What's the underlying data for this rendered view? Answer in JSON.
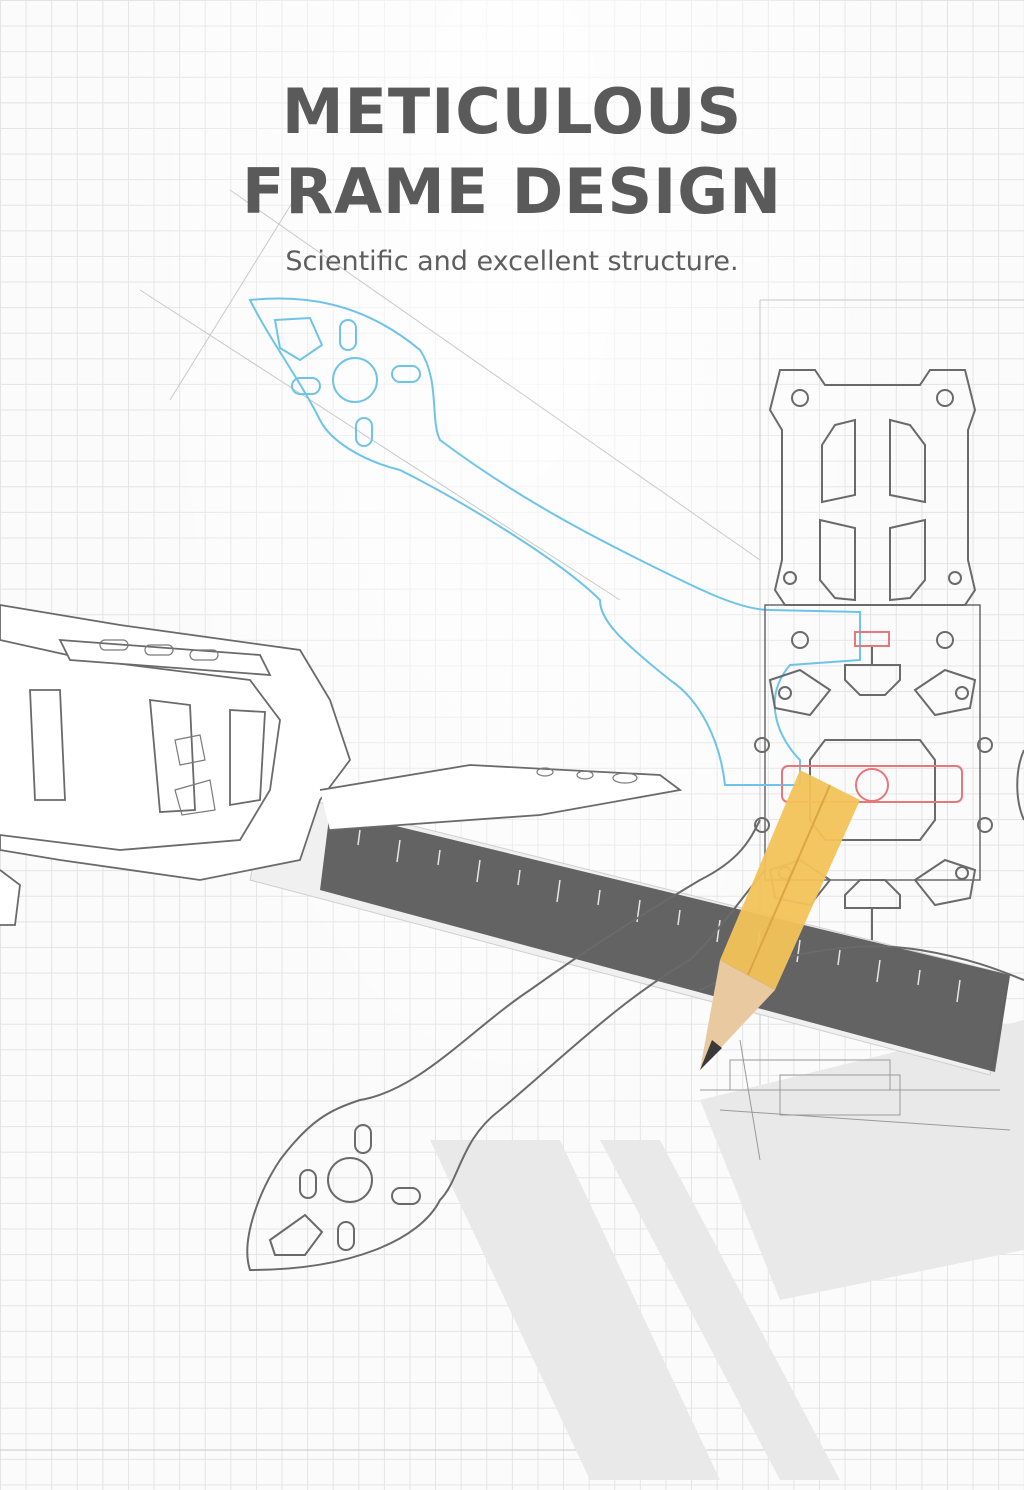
{
  "hero": {
    "title_line1": "METICULOUS",
    "title_line2": "FRAME DESIGN",
    "subtitle": "Scientific and excellent structure."
  },
  "colors": {
    "title": "#5a5a5a",
    "outline": "#6a6a6a",
    "accent_blue": "#6ec4e8",
    "accent_red": "#e6777a",
    "pencil": "#f2c35a",
    "ruler": "#3c3c3c"
  },
  "illustration": {
    "icons": [
      "frame-blueprint-icon",
      "quadcopter-frame-icon",
      "ruler-icon",
      "pencil-icon"
    ]
  }
}
